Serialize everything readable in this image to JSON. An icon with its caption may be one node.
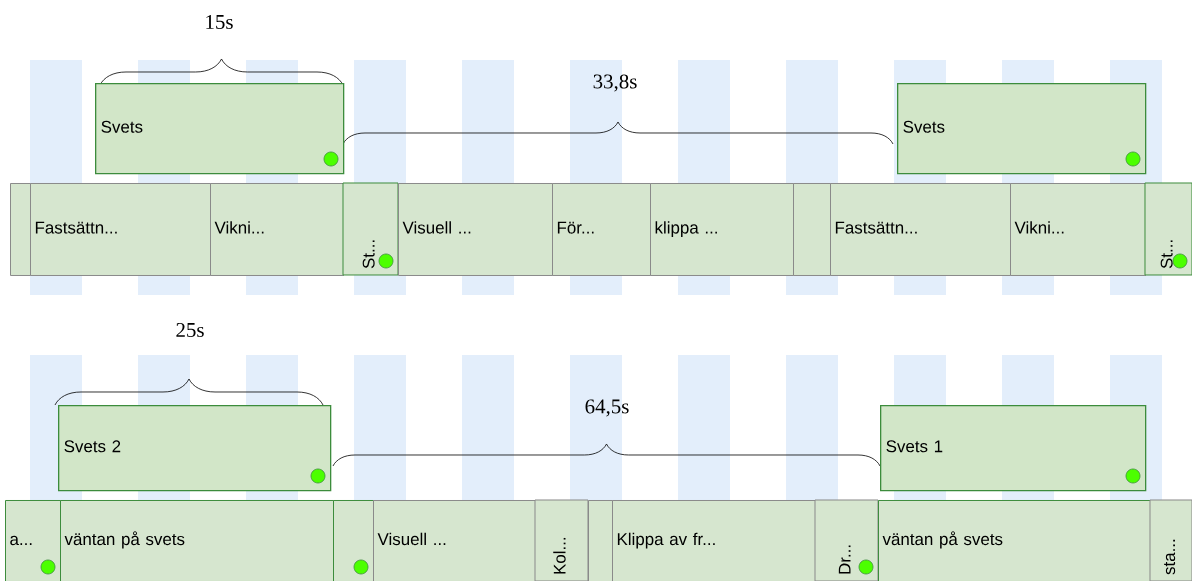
{
  "diagram": {
    "nodes": [
      {
        "text": [
          "Svets"
        ],
        "beside": [
          "15s"
        ]
      },
      {
        "text": [
          "Svets"
        ]
      },
      {
        "text": [],
        "shape": "box"
      },
      {
        "text": [
          "Fastsättn..."
        ]
      },
      {
        "text": [
          "Vikni..."
        ]
      },
      {
        "text": [
          "St..."
        ]
      },
      {
        "text": [
          "Visuell ..."
        ]
      },
      {
        "text": [
          "För..."
        ]
      },
      {
        "text": [
          "klippa ..."
        ]
      },
      {
        "text": [],
        "shape": "box"
      },
      {
        "text": [
          "Fastsättn..."
        ]
      },
      {
        "text": [
          "Vikni..."
        ]
      },
      {
        "text": [
          "St..."
        ]
      },
      {
        "text": [
          "Svets 2"
        ],
        "beside": [
          "25s"
        ]
      },
      {
        "text": [
          "Svets 1"
        ]
      },
      {
        "text": [
          "a..."
        ]
      },
      {
        "text": [
          "väntan på svets"
        ]
      },
      {
        "text": [],
        "shape": "box"
      },
      {
        "text": [
          "Visuell ..."
        ]
      },
      {
        "text": [
          "Kol..."
        ]
      },
      {
        "text": [],
        "shape": "box"
      },
      {
        "text": [
          "Klippa av fr..."
        ]
      },
      {
        "text": [
          "Dr..."
        ]
      },
      {
        "text": [
          "väntan på svets"
        ]
      },
      {
        "text": [
          "sta..."
        ]
      }
    ],
    "labels": [
      "33,8s",
      "64,5s"
    ]
  }
}
